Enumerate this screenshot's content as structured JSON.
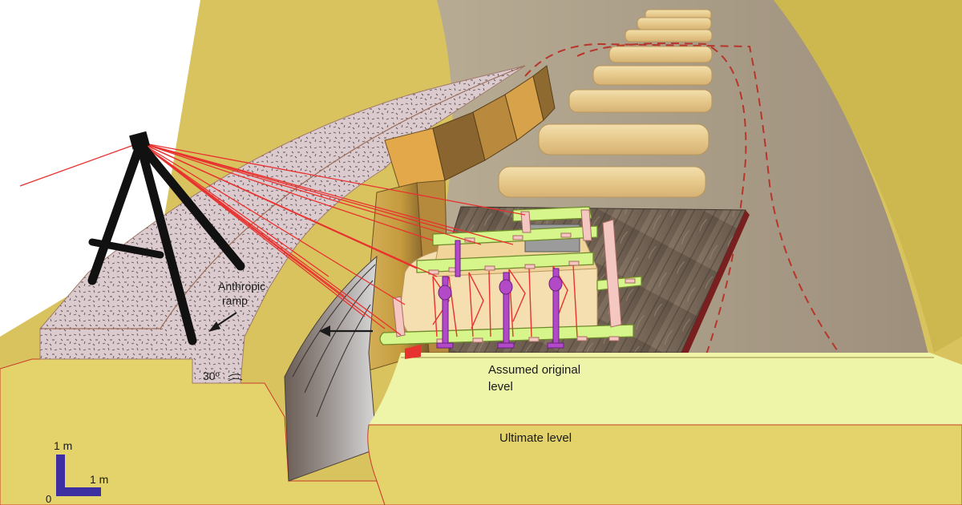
{
  "labels": {
    "anthropic_ramp_line1": "Anthropic",
    "anthropic_ramp_line2": "ramp",
    "angle": "30º",
    "assumed_level_line1": "Assumed original",
    "assumed_level_line2": "level",
    "ultimate_level": "Ultimate level"
  },
  "scale_bar": {
    "vertical_label": "1 m",
    "horizontal_label": "1 m",
    "origin_label": "0"
  },
  "colors": {
    "soil": "#e3d36a",
    "soil_dark": "#d4c152",
    "ramp_gravel": "#d9c8cc",
    "trench_back": "#a89a86",
    "original_level_band": "#eef5a9",
    "wood_floor": "#6e5f51",
    "sled_frame": "#d6f58a",
    "sled_outline": "#6f8a2c",
    "stone_block": "#f5deb0",
    "lever_purple": "#b24ac8",
    "laser_red": "#e8322f",
    "tripod": "#111111",
    "scale_bar": "#3b2fa1",
    "log": "#e9cf95"
  }
}
